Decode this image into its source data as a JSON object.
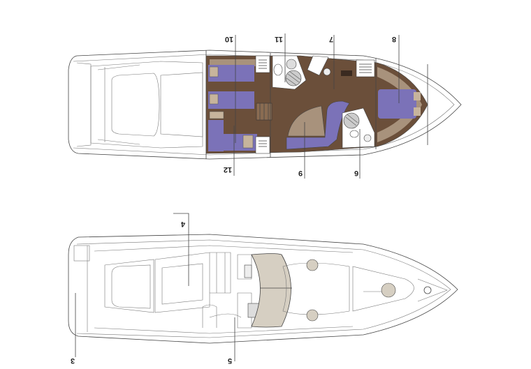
{
  "colors": {
    "floor": "#6b4f3a",
    "floor_light": "#a8927c",
    "berth": "#7b72b8",
    "deck": "#d6cfc2",
    "line": "#444444"
  },
  "lower_deck": {
    "labels": {
      "l10": "10",
      "l11": "11",
      "l7": "7",
      "l8": "8",
      "l12": "12",
      "l9": "9",
      "l6": "6"
    }
  },
  "main_deck": {
    "labels": {
      "l4": "4",
      "l3": "3",
      "l5": "5"
    }
  }
}
